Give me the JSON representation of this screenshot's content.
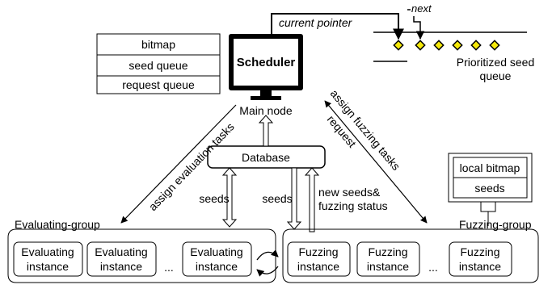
{
  "main_node": {
    "scheduler_label": "Scheduler",
    "caption": "Main node",
    "tables": [
      "bitmap",
      "seed queue",
      "request queue"
    ]
  },
  "queue": {
    "current_pointer": "current pointer",
    "next": "next",
    "label_line1": "Prioritized seed",
    "label_line2": "queue"
  },
  "database": "Database",
  "edges": {
    "assign_evaluation": "assign evaluation tasks",
    "assign_fuzzing": "assign fuzzing tasks",
    "request": "request",
    "seeds_left": "seeds",
    "seeds_mid": "seeds",
    "new_seeds_line1": "new seeds&",
    "new_seeds_line2": "fuzzing status"
  },
  "evaluating_group": {
    "title": "Evaluating-group",
    "instance_line1": "Evaluating",
    "instance_line2": "instance",
    "ellipsis": "..."
  },
  "fuzzing_group": {
    "title": "Fuzzing-group",
    "instance_line1": "Fuzzing",
    "instance_line2": "instance",
    "ellipsis": "...",
    "local_tables": [
      "local bitmap",
      "seeds"
    ]
  },
  "colors": {
    "seed_marker": "#f5e90a",
    "line": "#000000",
    "monitor": "#000000"
  }
}
